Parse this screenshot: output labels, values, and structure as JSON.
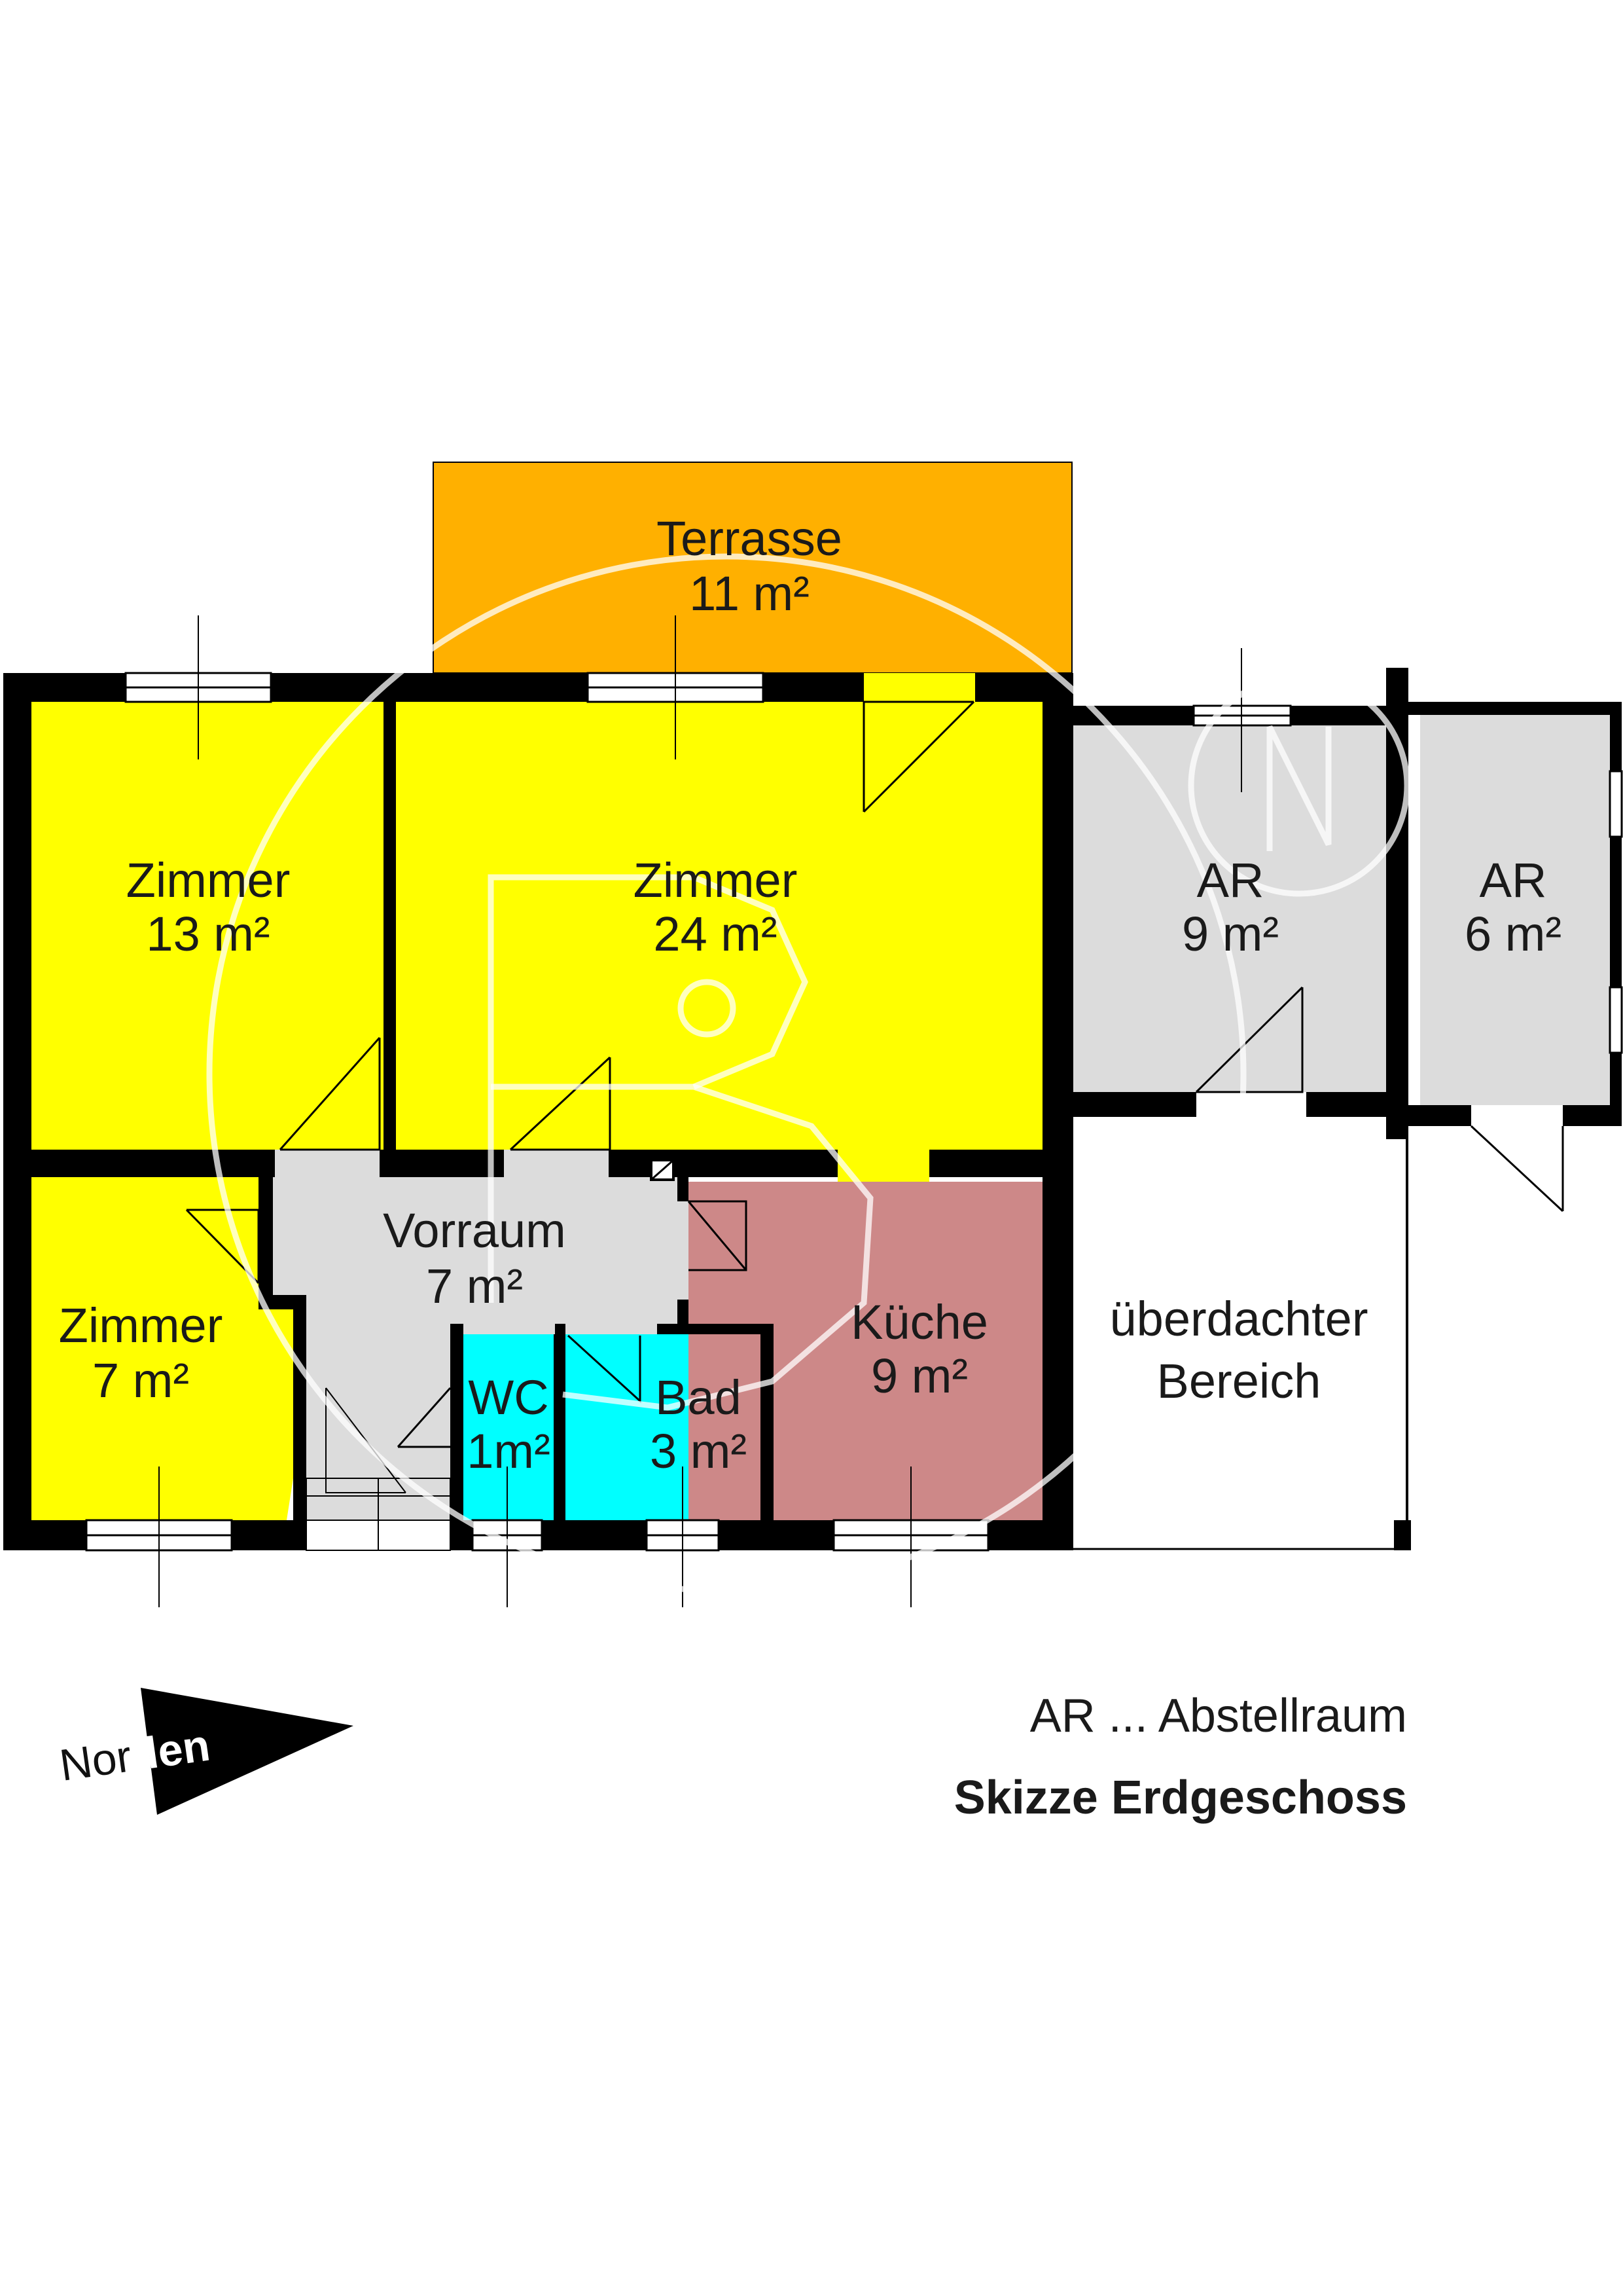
{
  "rooms": {
    "terrasse": {
      "name": "Terrasse",
      "area": "11 m²",
      "color": "#FFB000"
    },
    "zimmer_13": {
      "name": "Zimmer",
      "area": "13 m²",
      "color": "#FFFF00"
    },
    "zimmer_24": {
      "name": "Zimmer",
      "area": "24 m²",
      "color": "#FFFF00"
    },
    "ar_9": {
      "name": "AR",
      "area": "9 m²",
      "color": "#DCDCDC"
    },
    "ar_6": {
      "name": "AR",
      "area": "6 m²",
      "color": "#DCDCDC"
    },
    "vorraum": {
      "name": "Vorraum",
      "area": "7 m²",
      "color": "#DCDCDC"
    },
    "zimmer_7": {
      "name": "Zimmer",
      "area": "7 m²",
      "color": "#FFFF00"
    },
    "wc": {
      "name": "WC",
      "area": "1m²",
      "color": "#00FFFF"
    },
    "bad": {
      "name": "Bad",
      "area": "3 m²",
      "color": "#00FFFF"
    },
    "kueche": {
      "name": "Küche",
      "area": "9 m²",
      "color": "#CD8888"
    },
    "ueberdacht": {
      "name": "überdachter",
      "area": "Bereich",
      "color": "#FFFFFF"
    }
  },
  "legend": {
    "abbreviation": "AR ... Abstellraum",
    "title": "Skizze Erdgeschoss"
  },
  "north": {
    "label_start": "Nor",
    "label_end": "den"
  },
  "colors": {
    "wall": "#000000",
    "window": "#FFFFFF",
    "watermark": "#FFFFFF"
  }
}
